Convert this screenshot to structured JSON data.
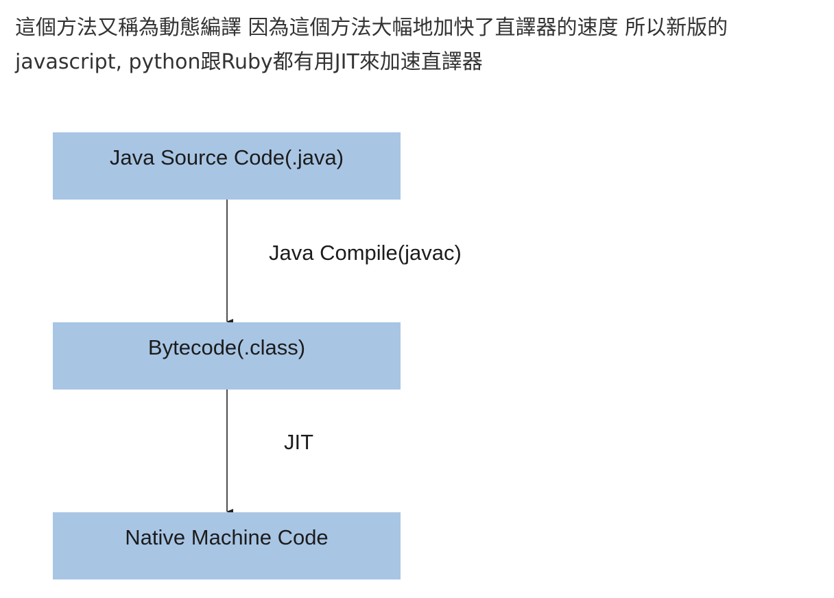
{
  "paragraph": {
    "line1": "這個方法又稱為動態編譯 因為這個方法大幅地加快了直譯器的速度 所以新版的",
    "line2": "javascript, python跟Ruby都有用JIT來加速直譯器"
  },
  "diagram": {
    "nodes": [
      {
        "label": "Java Source Code(.java)"
      },
      {
        "label": "Bytecode(.class)"
      },
      {
        "label": "Native Machine Code"
      }
    ],
    "edges": [
      {
        "label": "Java Compile(javac)"
      },
      {
        "label": "JIT"
      }
    ],
    "colors": {
      "node_fill": "#a8c5e4",
      "arrow": "#222222",
      "text": "#1c1c1c"
    }
  }
}
